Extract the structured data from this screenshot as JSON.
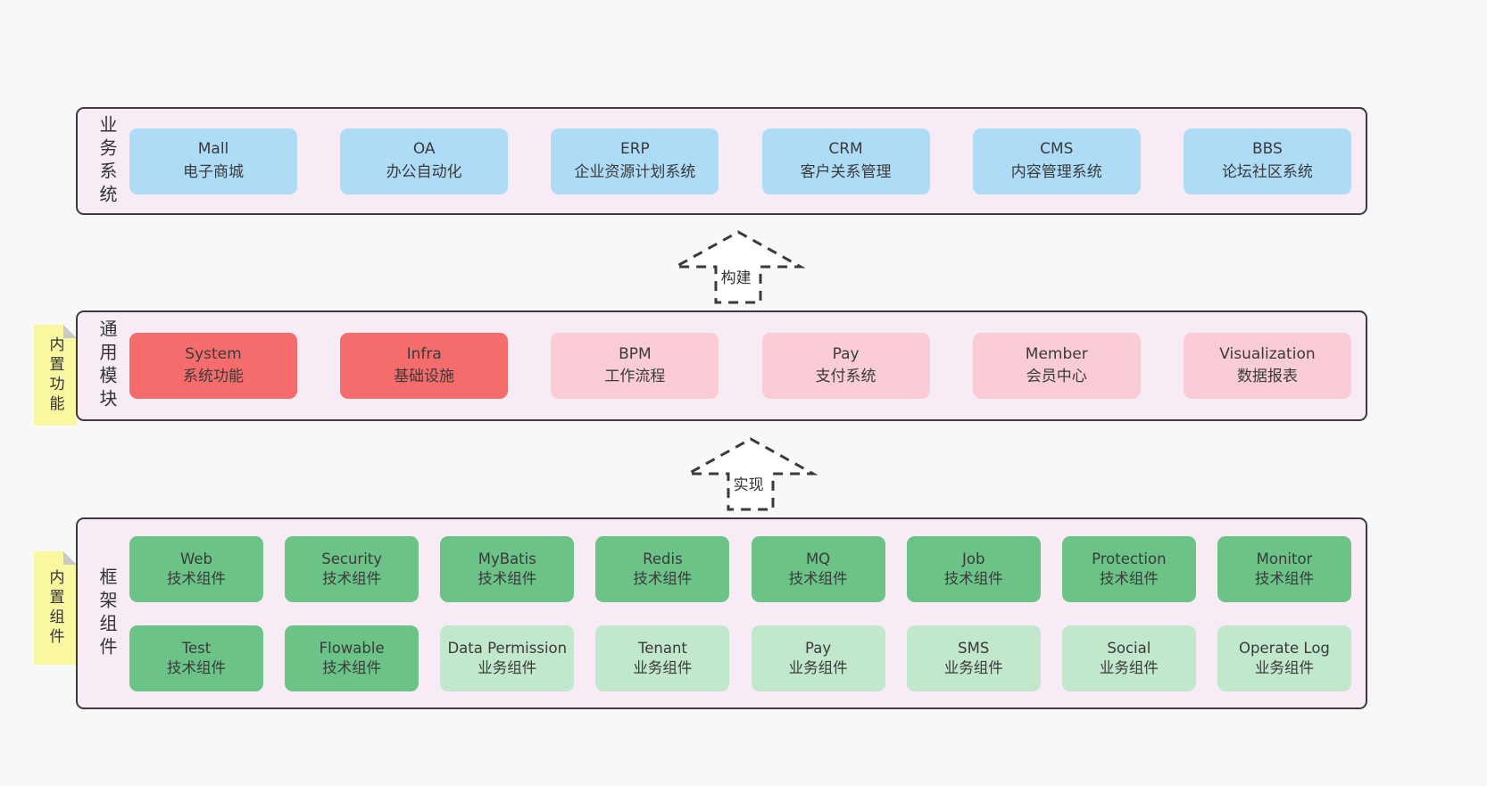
{
  "colors": {
    "page_bg": "#f8f8f8",
    "panel_bg": "#f7ecf5",
    "panel_border": "#3f3a3f",
    "text": "#3a3a3a",
    "note_bg": "#faf7a1",
    "note_fold": "#c9c9c9",
    "blue": "#aedcf7",
    "red": "#f56c6c",
    "pink": "#facdd6",
    "green": "#6bc388",
    "green-light": "#c1e8cd"
  },
  "arrows": [
    {
      "label": "构建"
    },
    {
      "label": "实现"
    }
  ],
  "layers": [
    {
      "label": "业务系统",
      "boxes": [
        {
          "name": "Mall",
          "desc": "电子商城",
          "color": "blue"
        },
        {
          "name": "OA",
          "desc": "办公自动化",
          "color": "blue"
        },
        {
          "name": "ERP",
          "desc": "企业资源计划系统",
          "color": "blue"
        },
        {
          "name": "CRM",
          "desc": "客户关系管理",
          "color": "blue"
        },
        {
          "name": "CMS",
          "desc": "内容管理系统",
          "color": "blue"
        },
        {
          "name": "BBS",
          "desc": "论坛社区系统",
          "color": "blue"
        }
      ]
    },
    {
      "label": "通用模块",
      "tag": "内置功能",
      "boxes": [
        {
          "name": "System",
          "desc": "系统功能",
          "color": "red"
        },
        {
          "name": "Infra",
          "desc": "基础设施",
          "color": "red"
        },
        {
          "name": "BPM",
          "desc": "工作流程",
          "color": "pink"
        },
        {
          "name": "Pay",
          "desc": "支付系统",
          "color": "pink"
        },
        {
          "name": "Member",
          "desc": "会员中心",
          "color": "pink"
        },
        {
          "name": "Visualization",
          "desc": "数据报表",
          "color": "pink"
        }
      ]
    },
    {
      "label": "框架组件",
      "tag": "内置组件",
      "rows": [
        [
          {
            "name": "Web",
            "desc": "技术组件",
            "color": "green"
          },
          {
            "name": "Security",
            "desc": "技术组件",
            "color": "green"
          },
          {
            "name": "MyBatis",
            "desc": "技术组件",
            "color": "green"
          },
          {
            "name": "Redis",
            "desc": "技术组件",
            "color": "green"
          },
          {
            "name": "MQ",
            "desc": "技术组件",
            "color": "green"
          },
          {
            "name": "Job",
            "desc": "技术组件",
            "color": "green"
          },
          {
            "name": "Protection",
            "desc": "技术组件",
            "color": "green"
          },
          {
            "name": "Monitor",
            "desc": "技术组件",
            "color": "green"
          }
        ],
        [
          {
            "name": "Test",
            "desc": "技术组件",
            "color": "green"
          },
          {
            "name": "Flowable",
            "desc": "技术组件",
            "color": "green"
          },
          {
            "name": "Data Permission",
            "desc": "业务组件",
            "color": "green-light"
          },
          {
            "name": "Tenant",
            "desc": "业务组件",
            "color": "green-light"
          },
          {
            "name": "Pay",
            "desc": "业务组件",
            "color": "green-light"
          },
          {
            "name": "SMS",
            "desc": "业务组件",
            "color": "green-light"
          },
          {
            "name": "Social",
            "desc": "业务组件",
            "color": "green-light"
          },
          {
            "name": "Operate Log",
            "desc": "业务组件",
            "color": "green-light"
          }
        ]
      ]
    }
  ]
}
